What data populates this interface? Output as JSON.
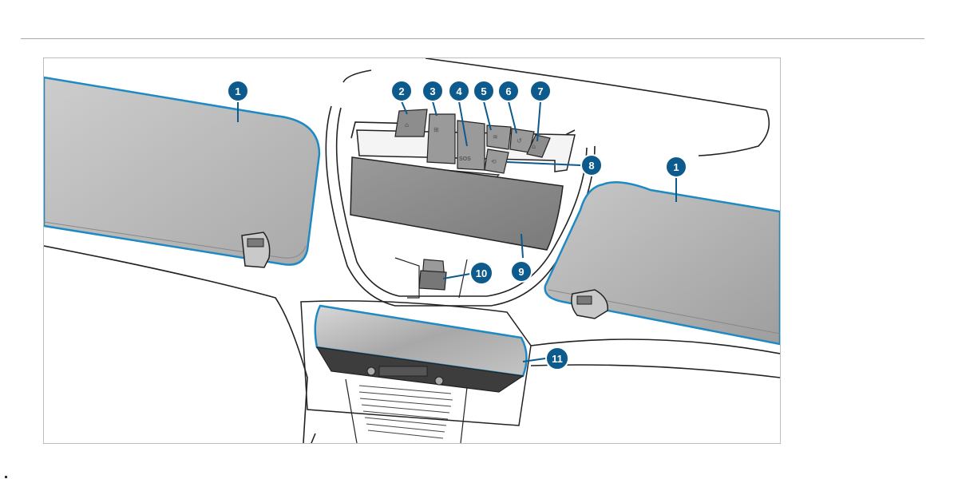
{
  "figure": {
    "callouts": [
      {
        "id": "c1a",
        "label": "1",
        "part": "sun-visor-left"
      },
      {
        "id": "c2",
        "label": "2",
        "part": "button-2"
      },
      {
        "id": "c3",
        "label": "3",
        "part": "button-3"
      },
      {
        "id": "c4",
        "label": "4",
        "part": "sos-button"
      },
      {
        "id": "c5",
        "label": "5",
        "part": "button-5"
      },
      {
        "id": "c6",
        "label": "6",
        "part": "button-6"
      },
      {
        "id": "c7",
        "label": "7",
        "part": "button-7"
      },
      {
        "id": "c8",
        "label": "8",
        "part": "button-8"
      },
      {
        "id": "c1b",
        "label": "1",
        "part": "sun-visor-right"
      },
      {
        "id": "c9",
        "label": "9",
        "part": "overhead-panel"
      },
      {
        "id": "c10",
        "label": "10",
        "part": "compartment-switch"
      },
      {
        "id": "c11",
        "label": "11",
        "part": "rear-view-mirror"
      }
    ],
    "sos_label": "SOS",
    "colors": {
      "callout_fill": "#0d5a8c",
      "callout_ring": "#ffffff",
      "highlight_edge": "#1d8ac4",
      "visor_gray": "#b4b4b4",
      "panel_gray": "#8c8c8c",
      "line": "#222222"
    }
  }
}
